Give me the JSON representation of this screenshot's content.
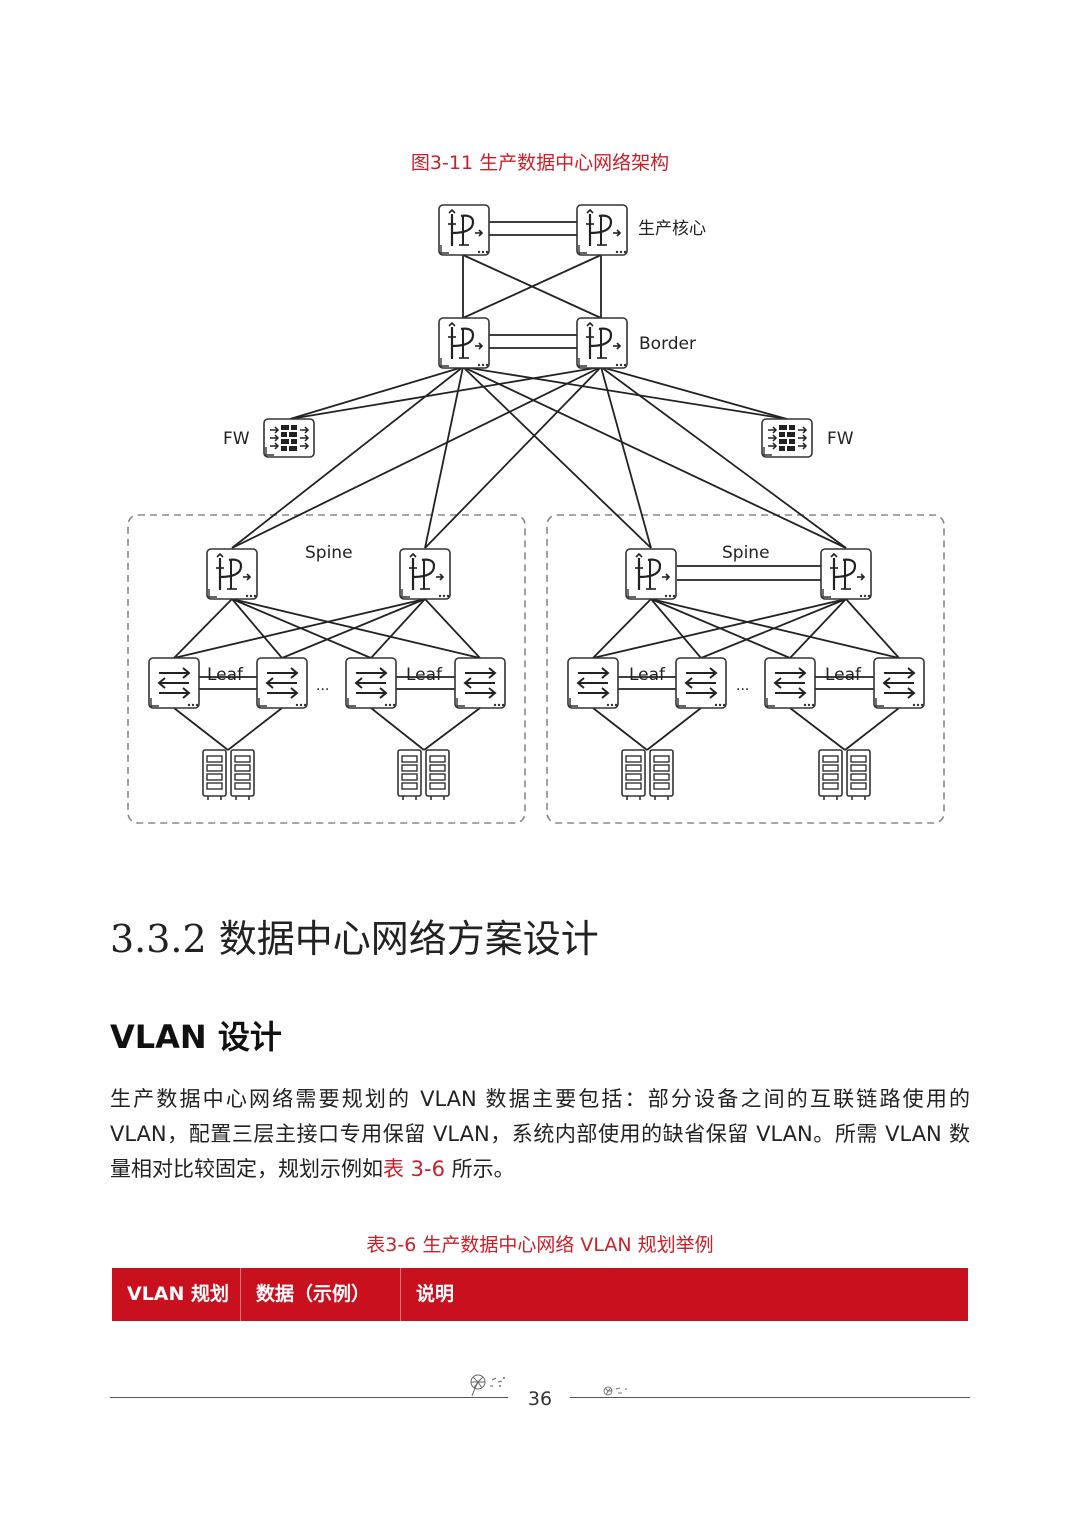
{
  "figure": {
    "caption": "图3-11 生产数据中心网络架构",
    "labels": {
      "core": "生产核心",
      "border": "Border",
      "fw_left": "FW",
      "fw_right": "FW",
      "spine_left": "Spine",
      "spine_right": "Spine",
      "leaf": "Leaf",
      "ellipsis": "..."
    },
    "icons": {
      "router": "router-icon",
      "firewall": "firewall-icon",
      "switch": "switch-icon",
      "server": "server-icon"
    }
  },
  "section": {
    "title": "3.3.2 数据中心网络方案设计",
    "subtitle": "VLAN 设计",
    "paragraph_main": "生产数据中心网络需要规划的 VLAN 数据主要包括：部分设备之间的互联链路使用的 VLAN，配置三层主接口专用保留 VLAN，系统内部使用的缺省保留 VLAN。所需 VLAN 数量相对比较固定，规划示例如",
    "paragraph_ref": "表 3-6",
    "paragraph_tail": " 所示。"
  },
  "table": {
    "caption": "表3-6 生产数据中心网络 VLAN 规划举例",
    "headers": [
      "VLAN 规划",
      "数据（示例）",
      "说明"
    ],
    "header_color": "#c8101e"
  },
  "footer": {
    "page_number": "36"
  },
  "colors": {
    "accent": "#c8202a",
    "stroke": "#222222"
  }
}
